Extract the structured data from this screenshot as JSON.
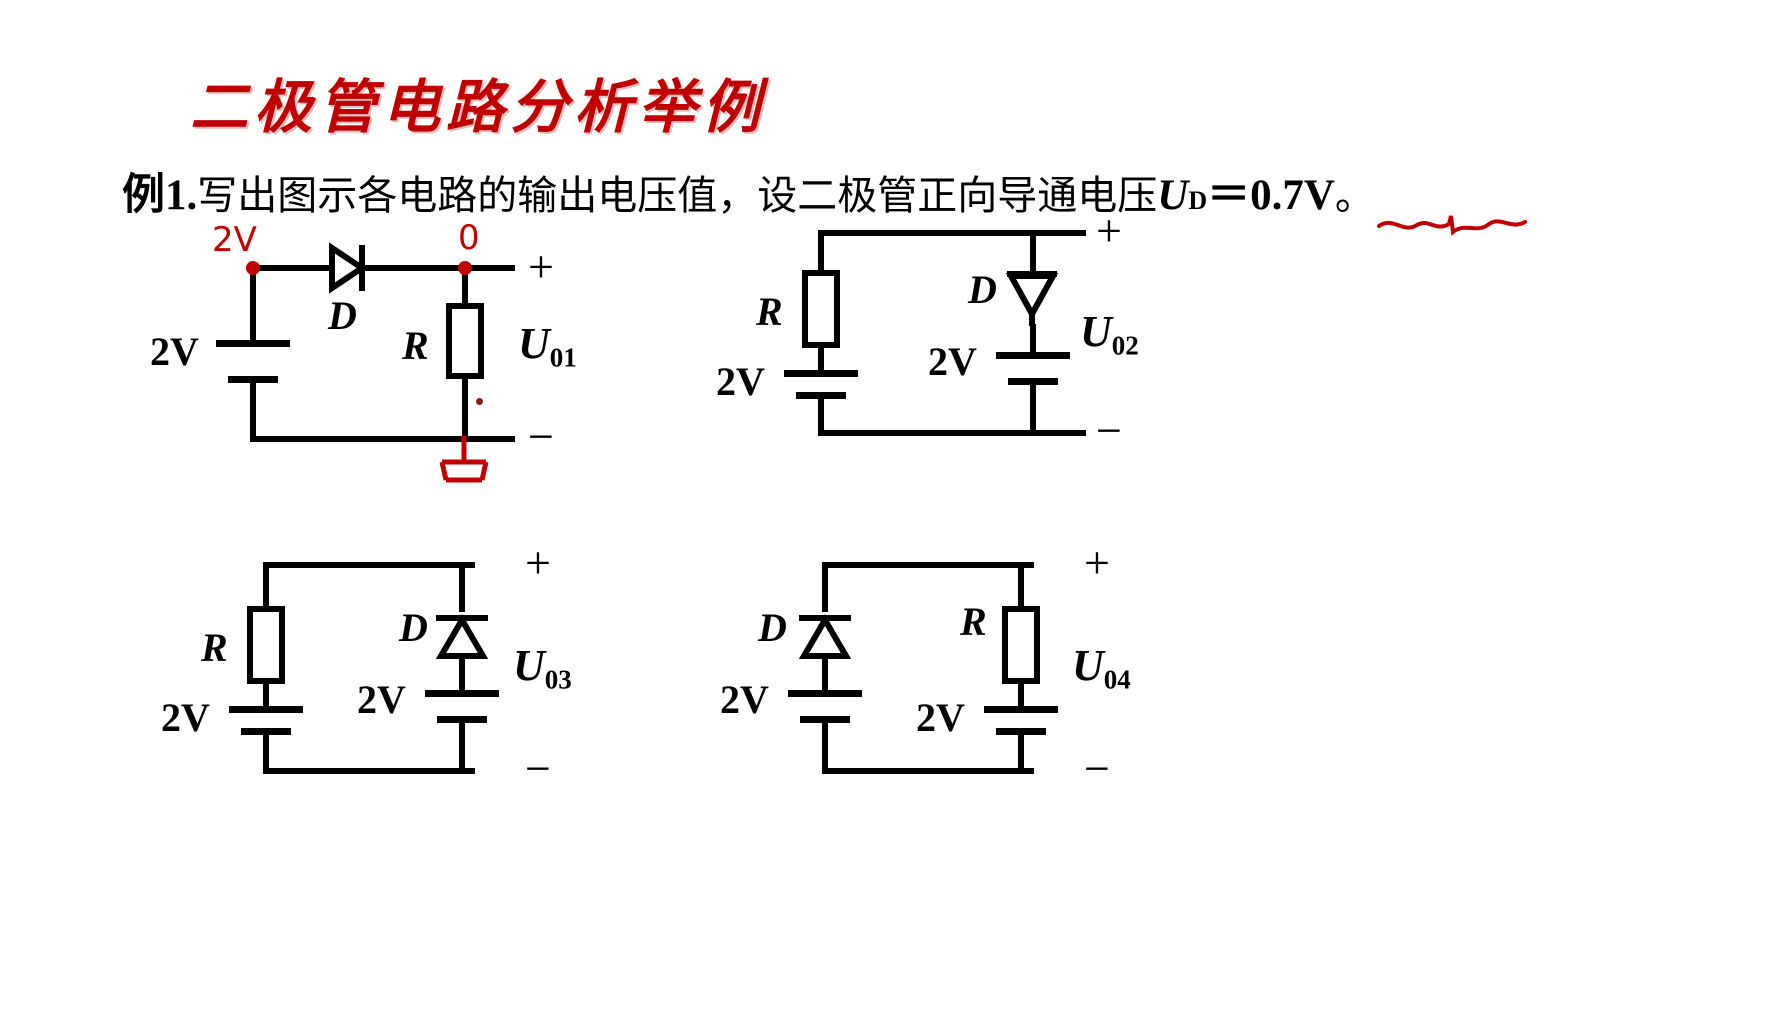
{
  "slide": {
    "title": "二极管电路分析举例",
    "title_color": "#c00000",
    "background": "#ffffff",
    "annotation_color": "#c00000"
  },
  "statement": {
    "example_number": "例1.",
    "text_before": " 写出图示各电路的输出电压值，设二极管正向导通电压",
    "symbol": "U",
    "symbol_subscript": "D",
    "equals": "＝",
    "value": "0.7V",
    "period": "。",
    "full_text": "例1. 写出图示各电路的输出电压值，设二极管正向导通电压U_D＝0.7V。",
    "value_underlined": true
  },
  "circuits": [
    {
      "id": "circuit-1",
      "output_label": "U",
      "output_subscript": "01",
      "resistor_label": "R",
      "diode_label": "D",
      "source_label": "2V",
      "diode_orientation": "horizontal-right",
      "plus_sign": "+",
      "minus_sign": "−",
      "annotations": [
        {
          "name": "node-voltage-left",
          "text": "2V"
        },
        {
          "name": "node-voltage-right",
          "text": "0"
        },
        {
          "name": "ground-symbol",
          "text": ""
        }
      ]
    },
    {
      "id": "circuit-2",
      "output_label": "U",
      "output_subscript": "02",
      "resistor_label": "R",
      "diode_label": "D",
      "source_label_left": "2V",
      "source_label_right": "2V",
      "diode_orientation": "vertical-down",
      "plus_sign": "+",
      "minus_sign": "−"
    },
    {
      "id": "circuit-3",
      "output_label": "U",
      "output_subscript": "03",
      "resistor_label": "R",
      "diode_label": "D",
      "source_label_left": "2V",
      "source_label_right": "2V",
      "diode_orientation": "vertical-up",
      "plus_sign": "+",
      "minus_sign": "−"
    },
    {
      "id": "circuit-4",
      "output_label": "U",
      "output_subscript": "04",
      "resistor_label": "R",
      "diode_label": "D",
      "source_label_left": "2V",
      "source_label_right": "2V",
      "diode_orientation": "vertical-up",
      "plus_sign": "+",
      "minus_sign": "−"
    }
  ]
}
